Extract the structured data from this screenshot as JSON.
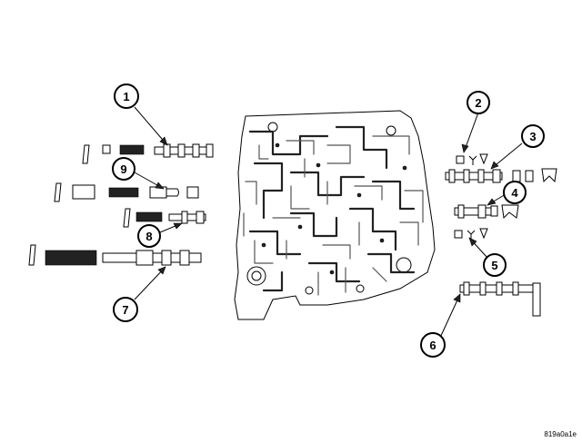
{
  "figure": {
    "callouts": [
      {
        "id": "callout-1",
        "number": "1"
      },
      {
        "id": "callout-2",
        "number": "2"
      },
      {
        "id": "callout-3",
        "number": "3"
      },
      {
        "id": "callout-4",
        "number": "4"
      },
      {
        "id": "callout-5",
        "number": "5"
      },
      {
        "id": "callout-6",
        "number": "6"
      },
      {
        "id": "callout-7",
        "number": "7"
      },
      {
        "id": "callout-8",
        "number": "8"
      },
      {
        "id": "callout-9",
        "number": "9"
      }
    ],
    "figure_code": "819a0a1e"
  }
}
